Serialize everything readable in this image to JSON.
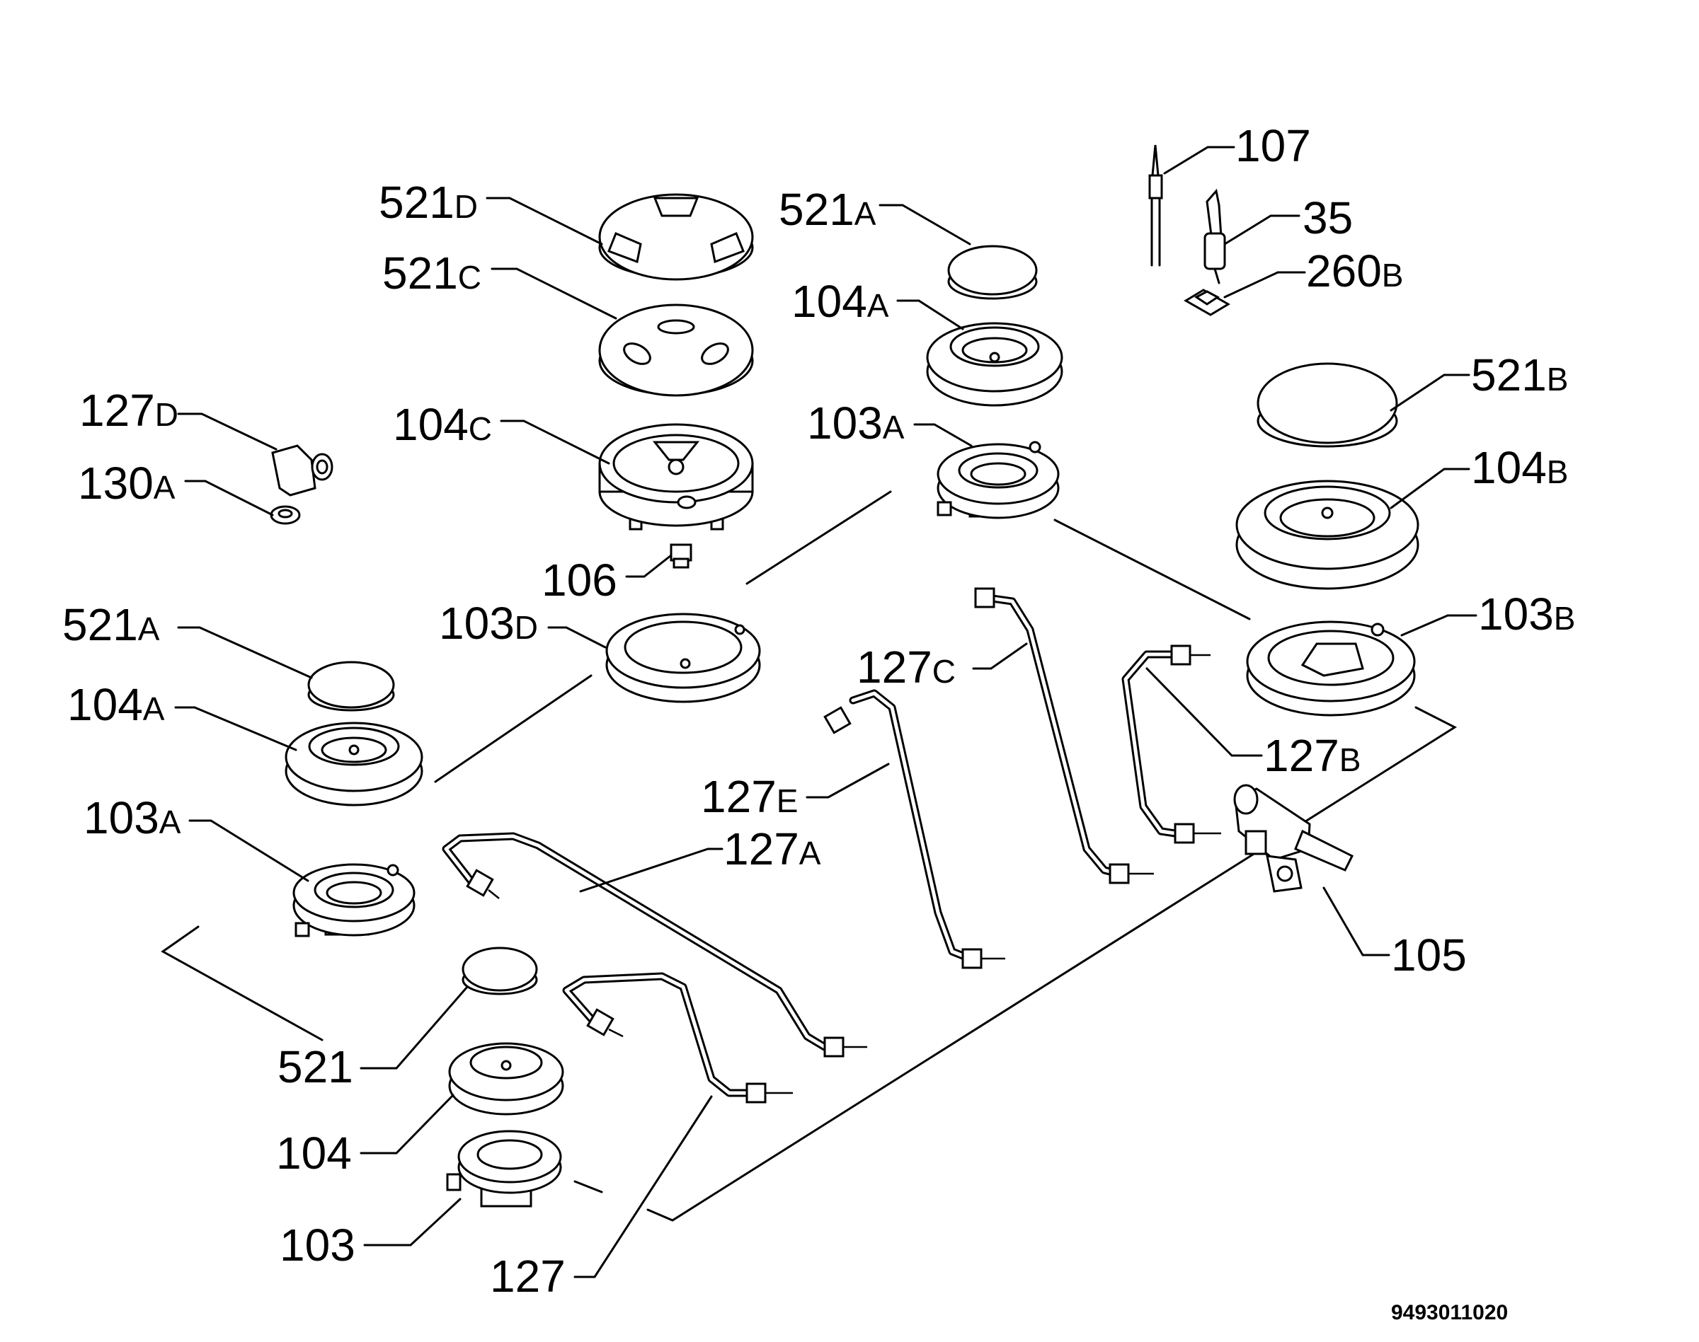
{
  "drawing_code": "9493011020",
  "labels": [
    {
      "id": "521d",
      "main": "521",
      "suffix": "D"
    },
    {
      "id": "521c",
      "main": "521",
      "suffix": "C"
    },
    {
      "id": "104c",
      "main": "104",
      "suffix": "C"
    },
    {
      "id": "106",
      "main": "106",
      "suffix": ""
    },
    {
      "id": "103d",
      "main": "103",
      "suffix": "D"
    },
    {
      "id": "127d",
      "main": "127",
      "suffix": "D"
    },
    {
      "id": "130a",
      "main": "130",
      "suffix": "A"
    },
    {
      "id": "521a-left",
      "main": "521",
      "suffix": "A"
    },
    {
      "id": "104a-left",
      "main": "104",
      "suffix": "A"
    },
    {
      "id": "103a-left",
      "main": "103",
      "suffix": "A"
    },
    {
      "id": "521a-top",
      "main": "521",
      "suffix": "A"
    },
    {
      "id": "104a-top",
      "main": "104",
      "suffix": "A"
    },
    {
      "id": "103a-top",
      "main": "103",
      "suffix": "A"
    },
    {
      "id": "107",
      "main": "107",
      "suffix": ""
    },
    {
      "id": "35",
      "main": "35",
      "suffix": ""
    },
    {
      "id": "260b",
      "main": "260",
      "suffix": "B"
    },
    {
      "id": "521b",
      "main": "521",
      "suffix": "B"
    },
    {
      "id": "104b",
      "main": "104",
      "suffix": "B"
    },
    {
      "id": "103b",
      "main": "103",
      "suffix": "B"
    },
    {
      "id": "127c",
      "main": "127",
      "suffix": "C"
    },
    {
      "id": "127b",
      "main": "127",
      "suffix": "B"
    },
    {
      "id": "127e",
      "main": "127",
      "suffix": "E"
    },
    {
      "id": "127a",
      "main": "127",
      "suffix": "A"
    },
    {
      "id": "105",
      "main": "105",
      "suffix": ""
    },
    {
      "id": "521",
      "main": "521",
      "suffix": ""
    },
    {
      "id": "104",
      "main": "104",
      "suffix": ""
    },
    {
      "id": "103",
      "main": "103",
      "suffix": ""
    },
    {
      "id": "127",
      "main": "127",
      "suffix": ""
    }
  ]
}
